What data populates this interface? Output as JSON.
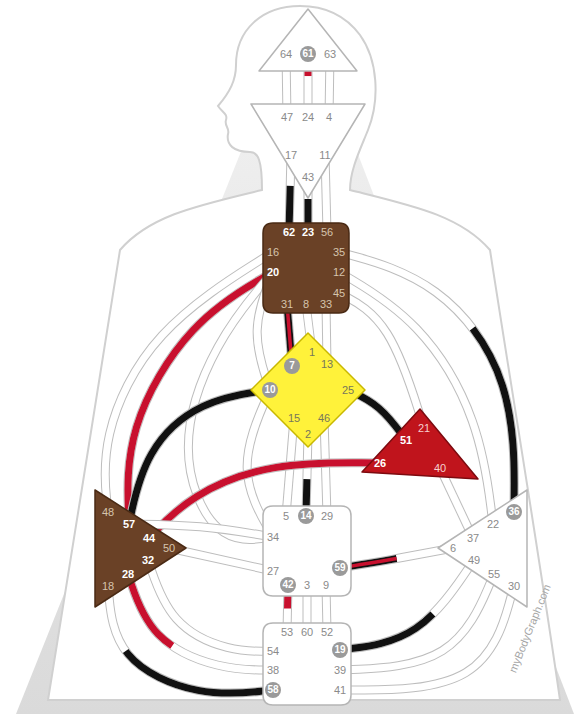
{
  "diagram": {
    "nodes": [
      {
        "text": [
          "64",
          "61",
          "63"
        ]
      },
      {
        "text": [
          "47",
          "24",
          "4",
          "17",
          "11",
          "43"
        ]
      },
      {
        "text": [
          "62",
          "23",
          "56",
          "16",
          "35",
          "20",
          "12",
          "45",
          "31",
          "8",
          "33"
        ]
      },
      {
        "text": [
          "1",
          "7",
          "13",
          "10",
          "25",
          "15",
          "46",
          "2"
        ]
      },
      {
        "text": [
          "21",
          "51",
          "26",
          "40"
        ]
      },
      {
        "text": [
          "48",
          "57",
          "44",
          "50",
          "32",
          "28",
          "18"
        ]
      },
      {
        "text": [
          "36",
          "22",
          "37",
          "6",
          "49",
          "55",
          "30"
        ]
      },
      {
        "text": [
          "5",
          "14",
          "29",
          "34",
          "27",
          "59",
          "42",
          "3",
          "9"
        ]
      },
      {
        "text": [
          "53",
          "60",
          "52",
          "54",
          "19",
          "38",
          "39",
          "58",
          "41"
        ]
      }
    ],
    "edges": [
      {
        "from": 0,
        "to": 1,
        "arrow": "none"
      },
      {
        "from": 0,
        "to": 1,
        "arrow": "none"
      },
      {
        "from": 0,
        "to": 1,
        "arrow": "none"
      },
      {
        "from": 1,
        "to": 2,
        "arrow": "none"
      },
      {
        "from": 1,
        "to": 2,
        "arrow": "none"
      },
      {
        "from": 1,
        "to": 2,
        "arrow": "none"
      },
      {
        "from": 2,
        "to": 5,
        "arrow": "none"
      },
      {
        "from": 2,
        "to": 5,
        "arrow": "none"
      },
      {
        "from": 2,
        "to": 7,
        "arrow": "none"
      },
      {
        "from": 2,
        "to": 3,
        "arrow": "none"
      },
      {
        "from": 2,
        "to": 3,
        "arrow": "none"
      },
      {
        "from": 2,
        "to": 3,
        "arrow": "none"
      },
      {
        "from": 2,
        "to": 3,
        "arrow": "none"
      },
      {
        "from": 2,
        "to": 4,
        "arrow": "none"
      },
      {
        "from": 2,
        "to": 6,
        "arrow": "none"
      },
      {
        "from": 2,
        "to": 6,
        "arrow": "none"
      },
      {
        "from": 3,
        "to": 5,
        "arrow": "none"
      },
      {
        "from": 3,
        "to": 7,
        "arrow": "none"
      },
      {
        "from": 3,
        "to": 7,
        "arrow": "none"
      },
      {
        "from": 3,
        "to": 7,
        "arrow": "none"
      },
      {
        "from": 3,
        "to": 7,
        "arrow": "none"
      },
      {
        "from": 3,
        "to": 4,
        "arrow": "none"
      },
      {
        "from": 4,
        "to": 5,
        "arrow": "none"
      },
      {
        "from": 4,
        "to": 6,
        "arrow": "none"
      },
      {
        "from": 5,
        "to": 7,
        "arrow": "none"
      },
      {
        "from": 5,
        "to": 7,
        "arrow": "none"
      },
      {
        "from": 5,
        "to": 8,
        "arrow": "none"
      },
      {
        "from": 5,
        "to": 8,
        "arrow": "none"
      },
      {
        "from": 5,
        "to": 8,
        "arrow": "none"
      },
      {
        "from": 7,
        "to": 6,
        "arrow": "none"
      },
      {
        "from": 7,
        "to": 8,
        "arrow": "none"
      },
      {
        "from": 7,
        "to": 8,
        "arrow": "none"
      },
      {
        "from": 7,
        "to": 8,
        "arrow": "none"
      },
      {
        "from": 8,
        "to": 6,
        "arrow": "none"
      },
      {
        "from": 8,
        "to": 6,
        "arrow": "none"
      },
      {
        "from": 8,
        "to": 6,
        "arrow": "none"
      }
    ],
    "labels": [
      "myBodyGraph.com"
    ]
  }
}
